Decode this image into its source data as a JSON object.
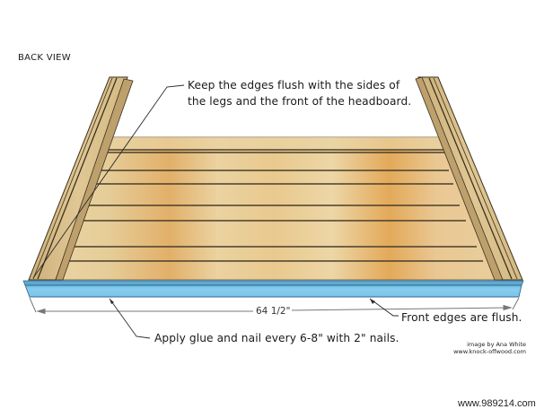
{
  "diagram": {
    "view_title": "BACK VIEW",
    "callouts": {
      "top_line_1": "Keep the edges flush with the sides of",
      "top_line_2": "the legs and the front of the headboard.",
      "front_edges": "Front edges are flush.",
      "glue": "Apply glue and nail every 6-8\" with 2\" nails."
    },
    "dimension": {
      "width_label": "64 1/2\""
    },
    "credit": {
      "line_1": "image by Ana White",
      "line_2": "www.knock-offwood.com"
    },
    "watermark": "www.989214.com",
    "colors": {
      "wood_light": "#e8cf9a",
      "wood_mid": "#ddb777",
      "wood_grain": "#e2a95a",
      "leg_wood": "#d9bf8a",
      "board_line": "#4a3f2a",
      "front_board": "#7fc8ea",
      "front_board_edge": "#3f7fa8",
      "dimension_line": "#777777"
    },
    "components": [
      {
        "name": "left-leg"
      },
      {
        "name": "right-leg"
      },
      {
        "name": "headboard-panel",
        "board_count": 8
      },
      {
        "name": "front-board",
        "color": "blue"
      }
    ]
  }
}
